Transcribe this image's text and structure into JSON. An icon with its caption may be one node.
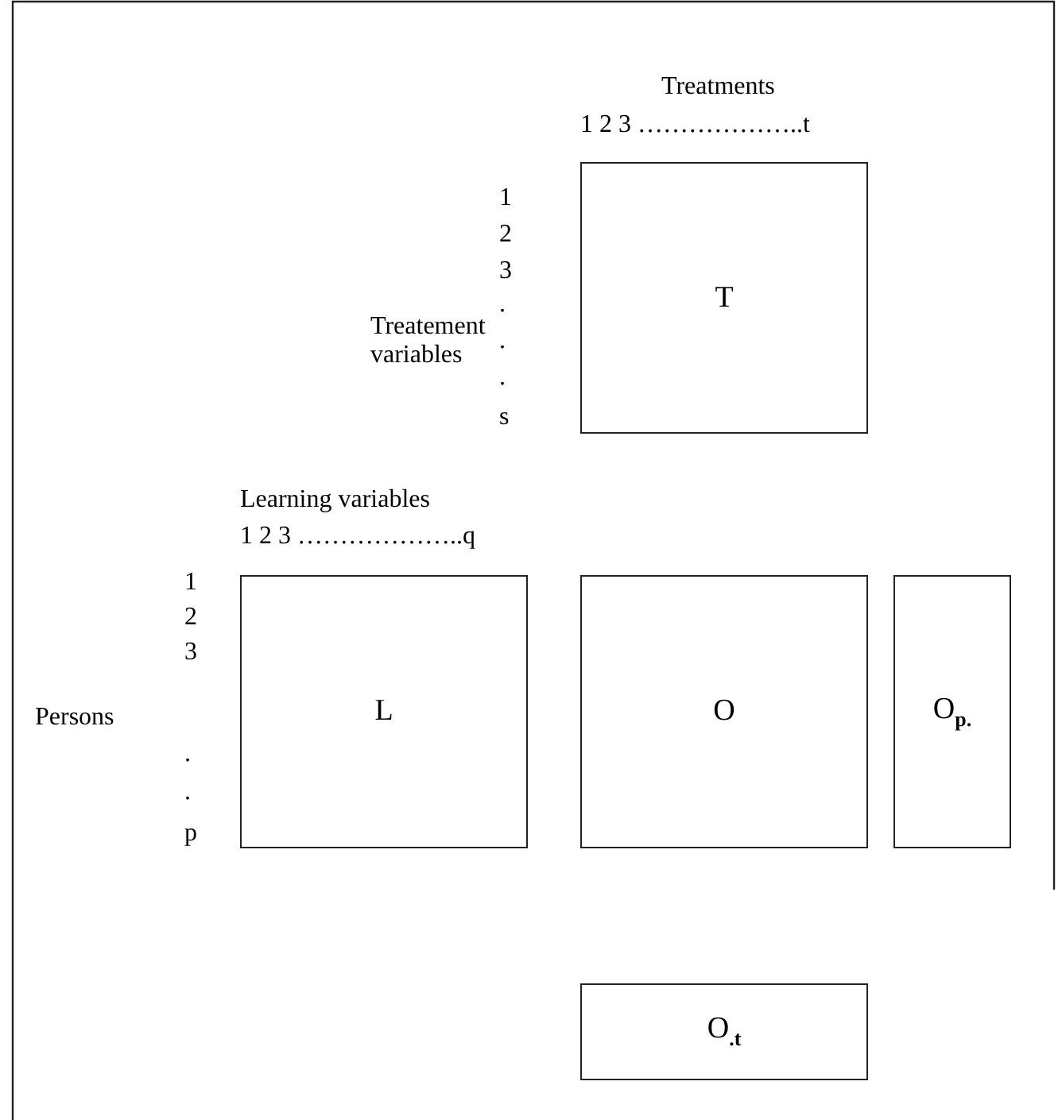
{
  "diagram": {
    "nodes": [
      {
        "text": [
          "T"
        ]
      },
      {
        "text": [
          "L"
        ]
      },
      {
        "text": [
          "O"
        ]
      },
      {
        "text": [
          "O$_{p.}$"
        ]
      },
      {
        "text": [
          "O$_{.t}$"
        ]
      }
    ],
    "edges": [],
    "labels": [
      "Treatments",
      "1 2 3 ………………..t",
      "1",
      "2",
      "3",
      ".",
      ".",
      ".",
      "s",
      "Treatement variables",
      "Learning variables",
      "1 2 3 ………………..q",
      "Persons",
      "1",
      "2",
      "3",
      ".",
      ".",
      "p"
    ]
  }
}
